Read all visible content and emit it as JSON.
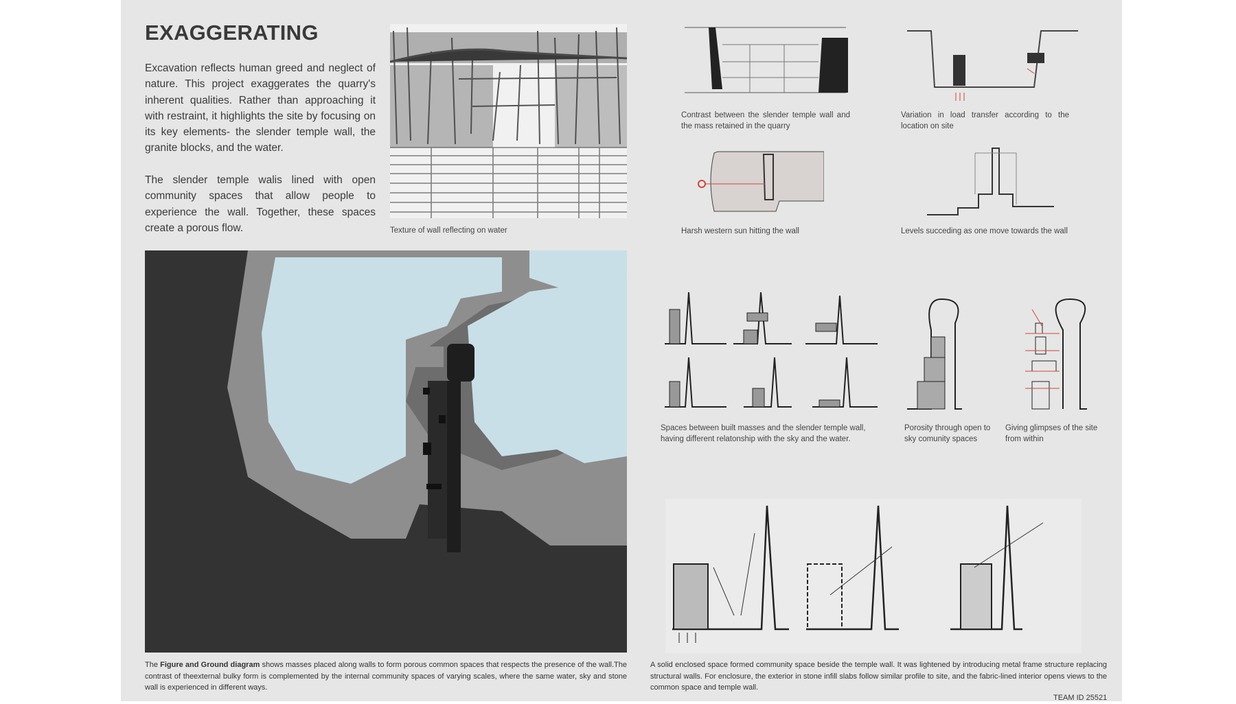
{
  "title": "EXAGGERATING",
  "intro": {
    "paragraph1": "Excavation reflects human greed and neglect of nature. This project exaggerates the quarry's inherent qualities. Rather than approaching it with restraint, it highlights the site by focusing on its key elements- the slender temple wall, the granite blocks, and the water.",
    "paragraph2": "The slender temple walis lined with open community spaces that allow people to experience the wall. Together, these spaces create a porous flow."
  },
  "texture_sketch": {
    "caption": "Texture of wall reflecting on water"
  },
  "figure_ground": {
    "caption_prefix": "The ",
    "caption_bold": "Figure and Ground diagram",
    "caption_rest": " shows masses placed along walls to form porous common spaces that respects the presence of the wall.The contrast of theexternal bulky form is complemented by the internal community spaces of varying scales, where the same water, sky and stone wall is experienced in different ways.",
    "colors": {
      "ground": "#333333",
      "mass": "#8a8a8a",
      "water": "#c9dfe8"
    }
  },
  "site_studies": [
    {
      "caption": "Contrast between the slender temple wall and the mass retained in the quarry"
    },
    {
      "caption": "Variation in load transfer according to the location on site"
    },
    {
      "caption": "Harsh western sun hitting the wall"
    },
    {
      "caption": "Levels succeding as one move towards the wall"
    }
  ],
  "space_studies": [
    {
      "caption": "Spaces between built masses and the slender temple wall, having different relatonship with the sky and the water."
    },
    {
      "caption": "Porosity through open to sky comunity spaces"
    },
    {
      "caption": "Giving glimpses of the site from within"
    }
  ],
  "section_evolution": {
    "caption": "A solid enclosed space formed community space beside the temple wall. It was lightened by introducing metal frame structure replacing structural walls. For enclosure, the exterior in stone infill slabs follow similar profile to site, and the fabric-lined interior opens views to the common space and temple wall."
  },
  "team_id": "TEAM ID 25521",
  "accent_color": "#d0463a"
}
